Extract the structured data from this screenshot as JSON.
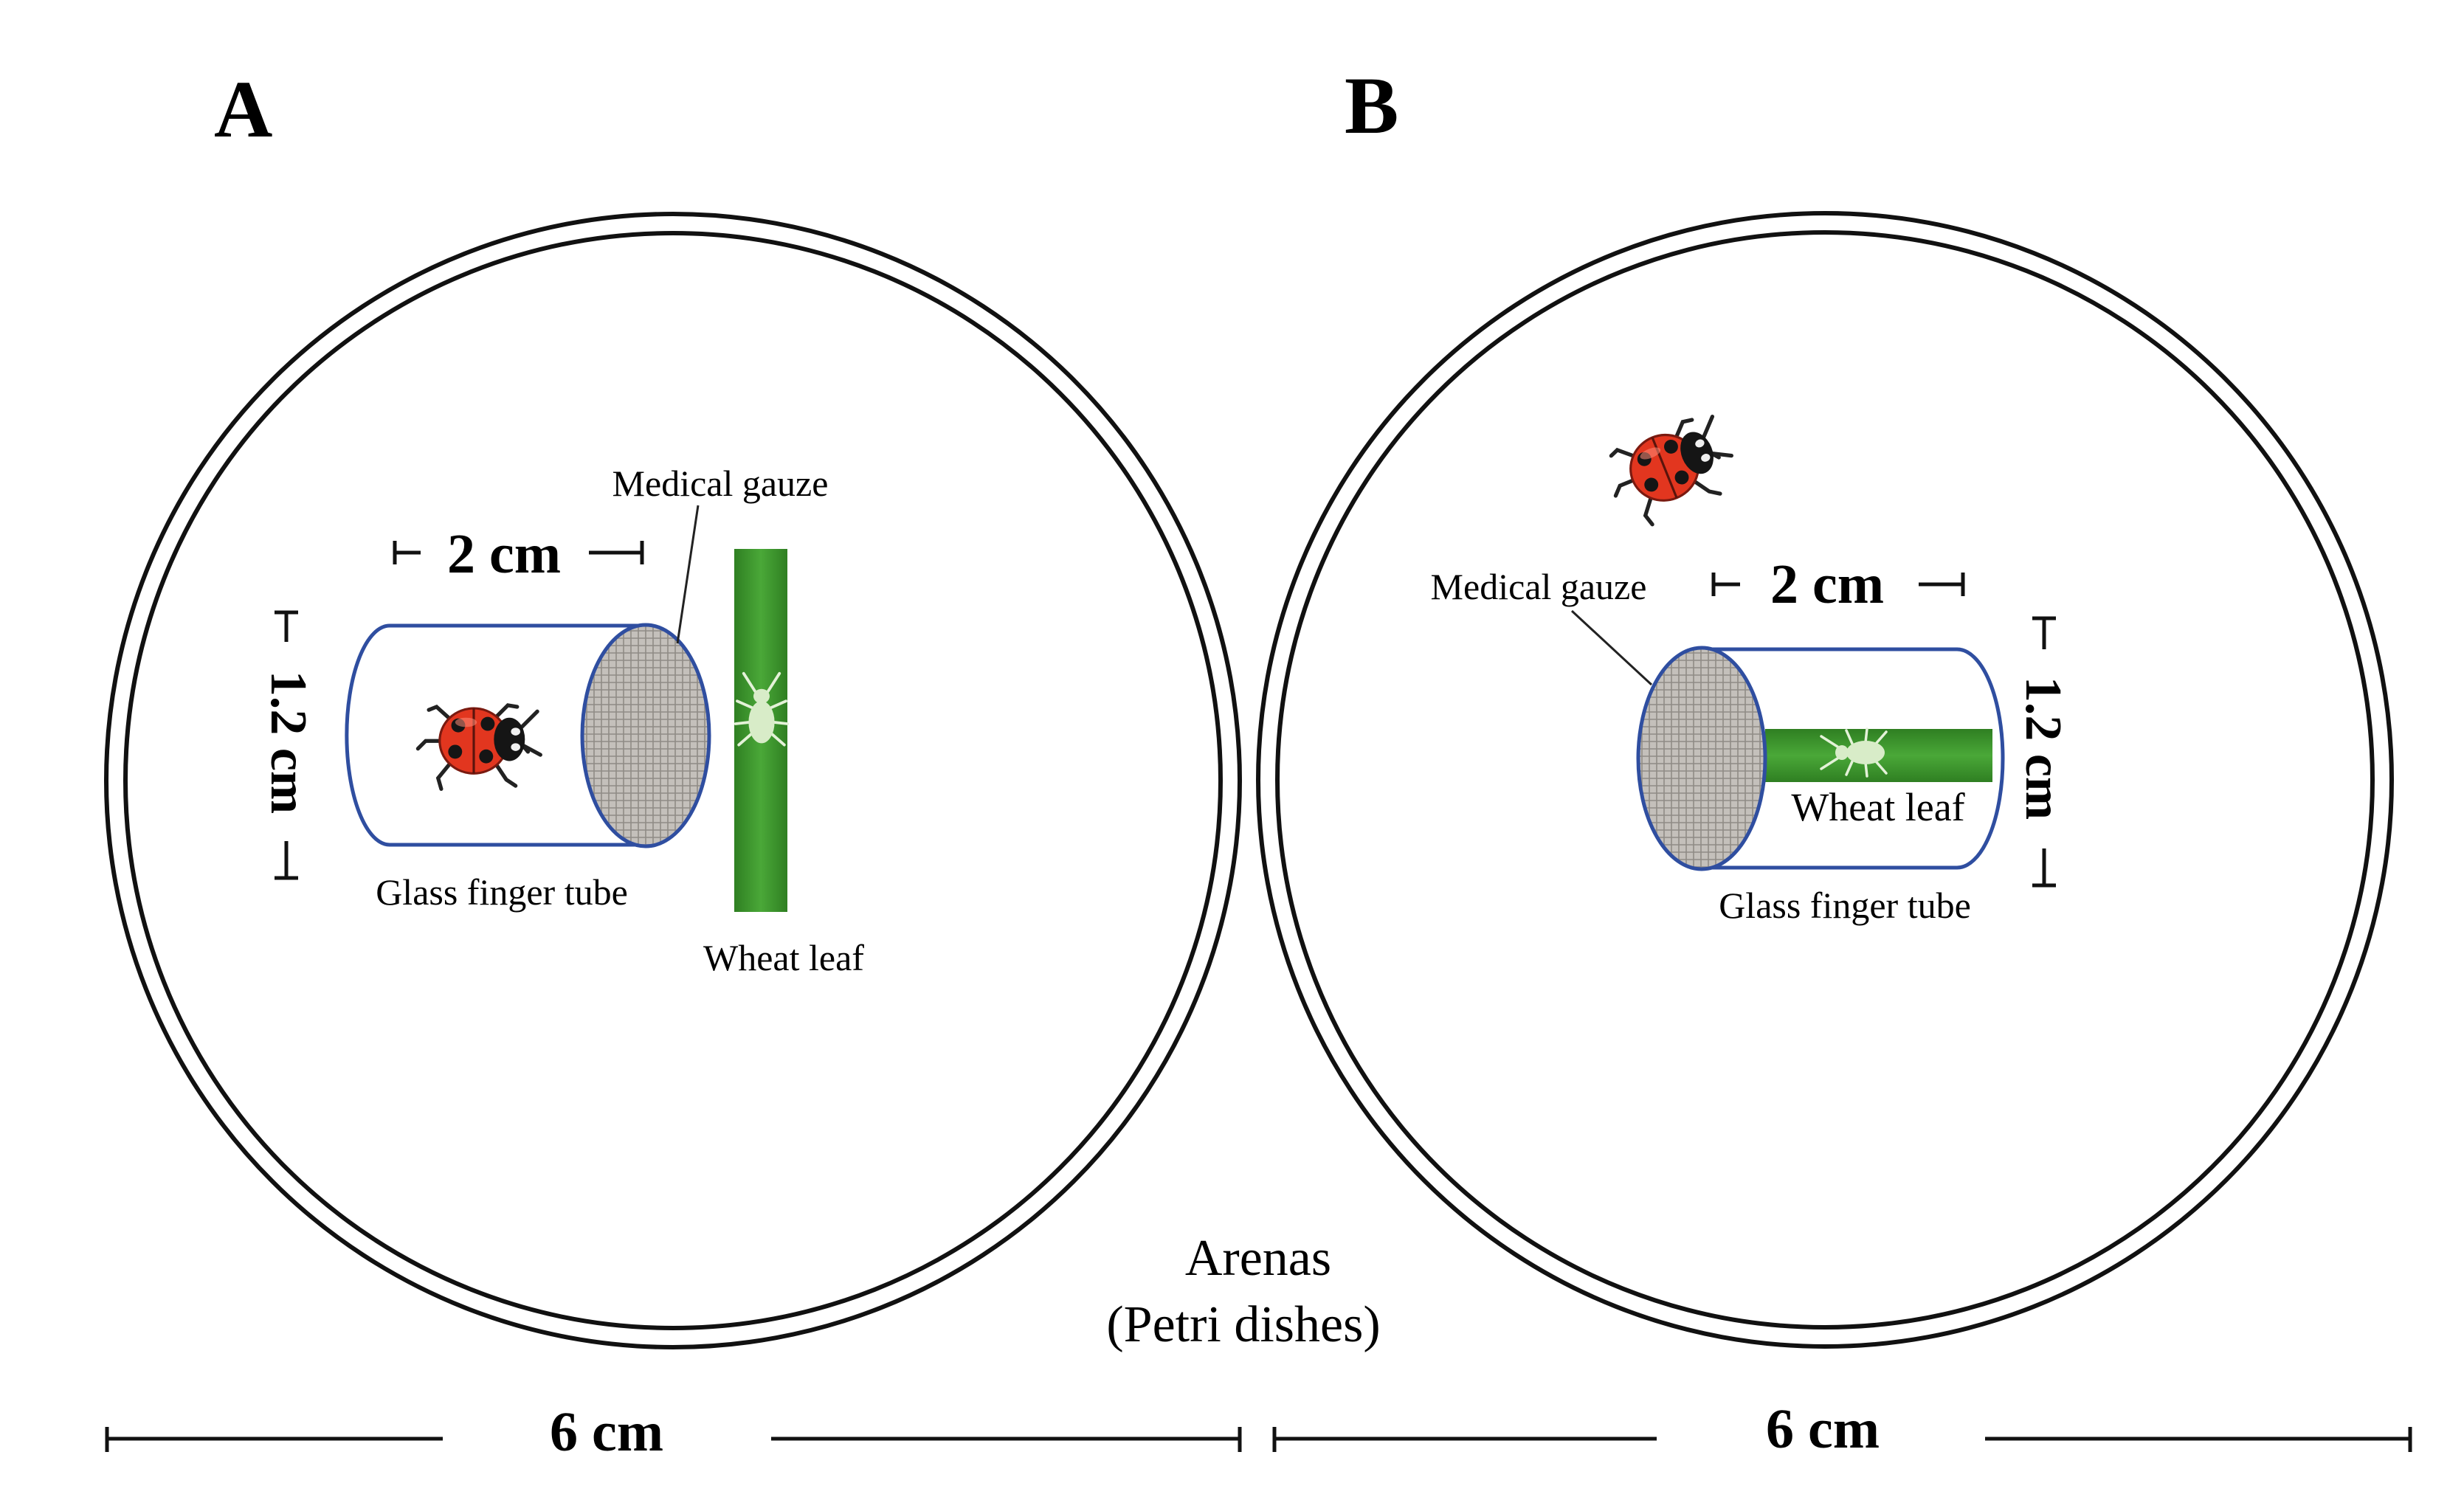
{
  "panels": {
    "a": {
      "letter": "A",
      "tube_length": "2 cm",
      "tube_diameter": "1.2 cm",
      "gauze_label": "Medical gauze",
      "tube_label": "Glass finger tube",
      "leaf_label": "Wheat leaf",
      "arena_width": "6 cm"
    },
    "b": {
      "letter": "B",
      "tube_length": "2 cm",
      "tube_diameter": "1.2 cm",
      "gauze_label": "Medical gauze",
      "tube_label": "Glass finger tube",
      "leaf_label": "Wheat leaf",
      "arena_width": "6 cm"
    }
  },
  "arena_label": {
    "line1": "Arenas",
    "line2": "(Petri dishes)"
  },
  "colors": {
    "tube_outline": "#2f4ea0",
    "leaf_green": "#3f9a2e",
    "ladybug_red": "#e2361f",
    "gauze_gray": "#b9b5b0",
    "aphid": "#d8ecc8"
  },
  "icons": [
    "ladybug-icon",
    "aphid-icon"
  ]
}
